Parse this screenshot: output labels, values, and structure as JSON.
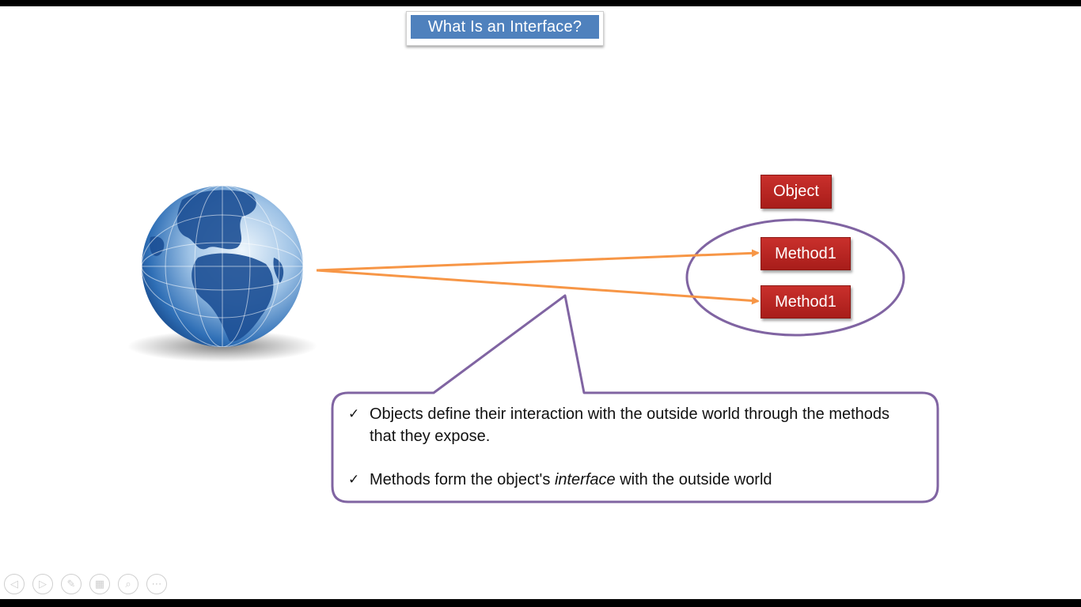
{
  "slide": {
    "title": "What Is an Interface?",
    "object_label": "Object",
    "method_labels": [
      "Method1",
      "Method1"
    ],
    "bullets": [
      {
        "check": "✓",
        "text": "Objects define their interaction with the outside world through the methods that they expose."
      },
      {
        "check": "✓",
        "pre": "Methods form the object's ",
        "em": "interface",
        "post": " with the outside world"
      }
    ]
  },
  "colors": {
    "title_fill": "#4f81bd",
    "method_fill": "#c0302c",
    "arrow": "#f79646",
    "outline": "#8064a2"
  },
  "nav": {
    "buttons": [
      {
        "name": "previous-slide-button",
        "icon": "chevron-left-icon",
        "glyph": "◁"
      },
      {
        "name": "next-slide-button",
        "icon": "chevron-right-icon",
        "glyph": "▷"
      },
      {
        "name": "pen-tool-button",
        "icon": "pen-icon",
        "glyph": "✎"
      },
      {
        "name": "see-all-slides-button",
        "icon": "slides-grid-icon",
        "glyph": "▦"
      },
      {
        "name": "zoom-button",
        "icon": "magnifier-icon",
        "glyph": "⌕"
      },
      {
        "name": "more-options-button",
        "icon": "ellipsis-icon",
        "glyph": "⋯"
      }
    ]
  }
}
